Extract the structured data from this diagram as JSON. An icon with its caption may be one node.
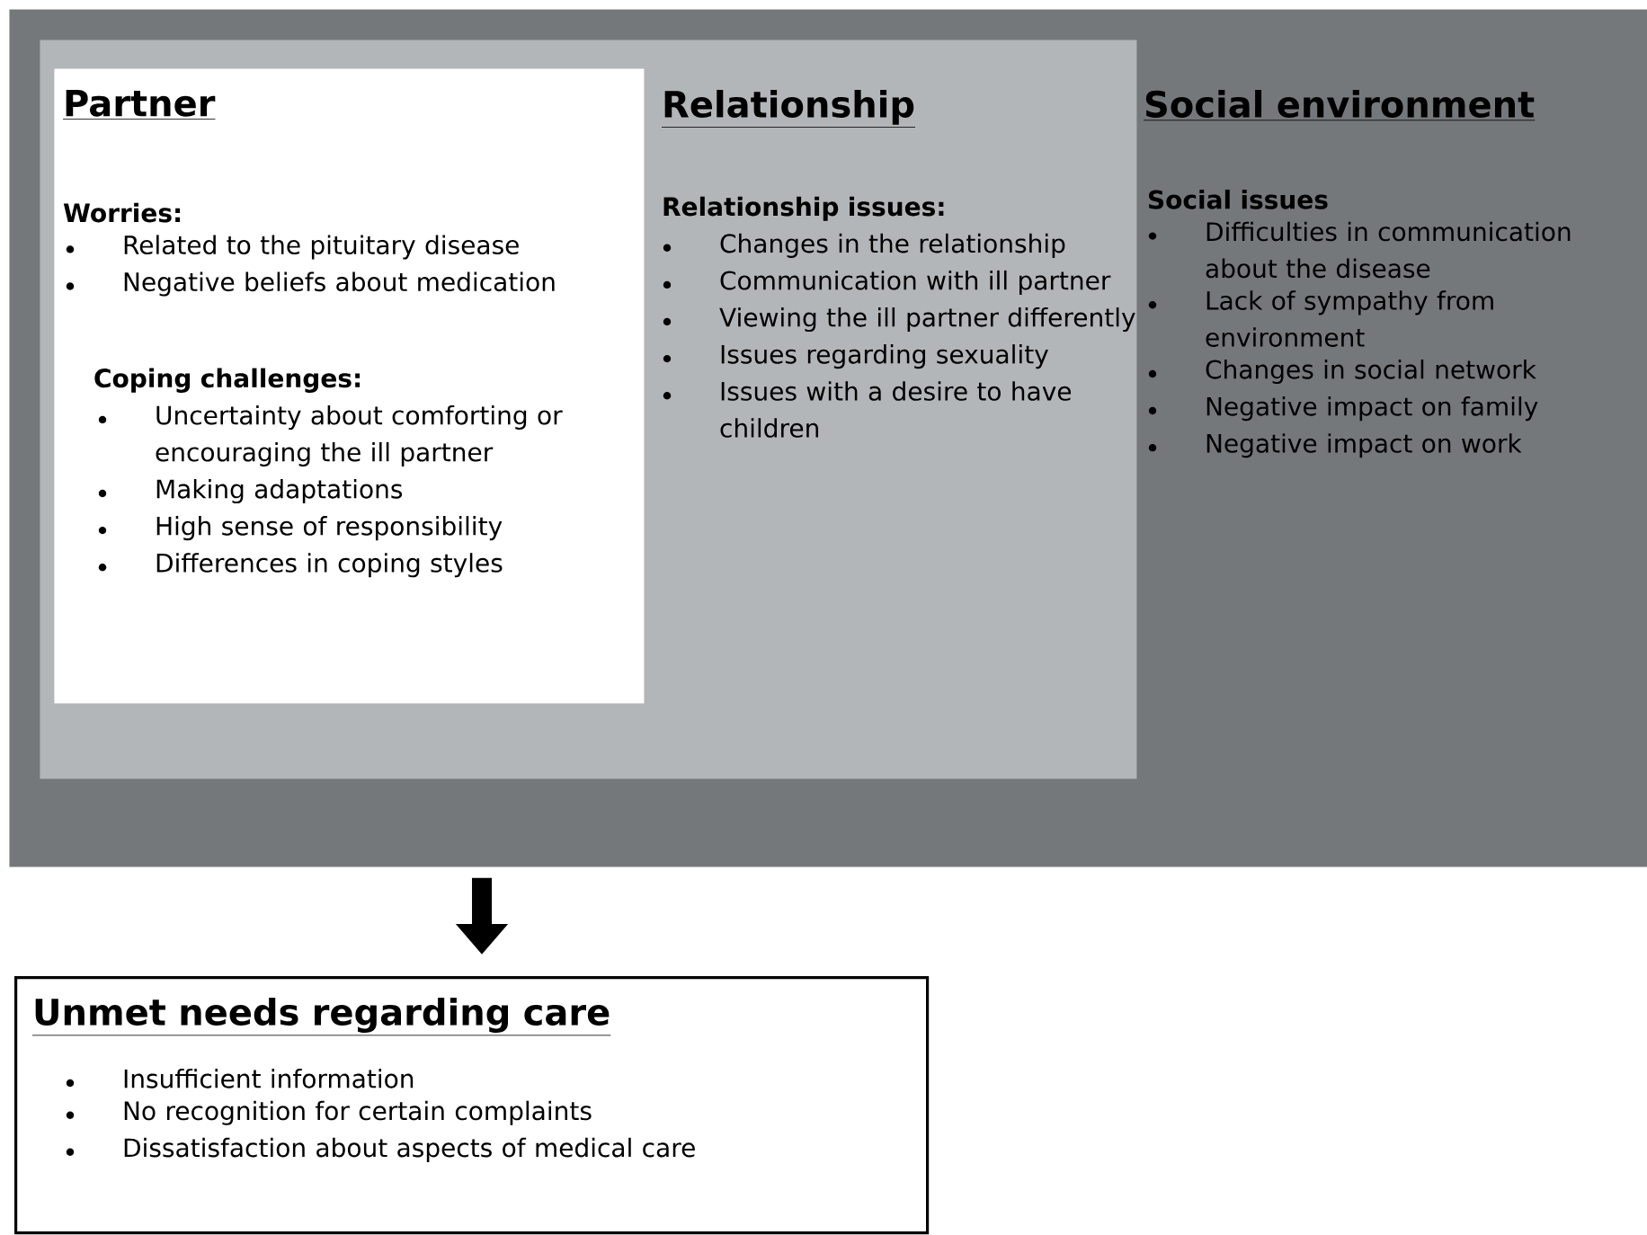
{
  "diagram": {
    "nodes": [
      {
        "text": [
          "Social environment",
          "Social issues",
          "Difficulties in communication about the disease",
          "Lack of sympathy from environment",
          "Changes in social network",
          "Negative impact on family",
          "Negative impact on work"
        ]
      },
      {
        "text": [
          "Relationship",
          "Relationship issues:",
          "Changes in the relationship",
          "Communication with ill partner",
          "Viewing the ill partner differently",
          "Issues regarding sexuality",
          "Issues with a desire to have children"
        ],
        "in": 0
      },
      {
        "text": [
          "Partner",
          "Worries:",
          "Related to the pituitary disease",
          "Negative beliefs about medication",
          "Coping challenges:",
          "Uncertainty about comforting or encouraging the ill partner",
          "Making adaptations",
          "High sense of responsibility",
          "Differences in coping styles"
        ],
        "in": 1
      },
      {
        "text": [
          "Unmet needs regarding care",
          "Insufficient information",
          "No recognition for certain complaints",
          "Dissatisfaction about aspects of medical care"
        ]
      }
    ],
    "edges": [
      {
        "from": 0,
        "to": 3,
        "arrow": "to"
      }
    ]
  }
}
